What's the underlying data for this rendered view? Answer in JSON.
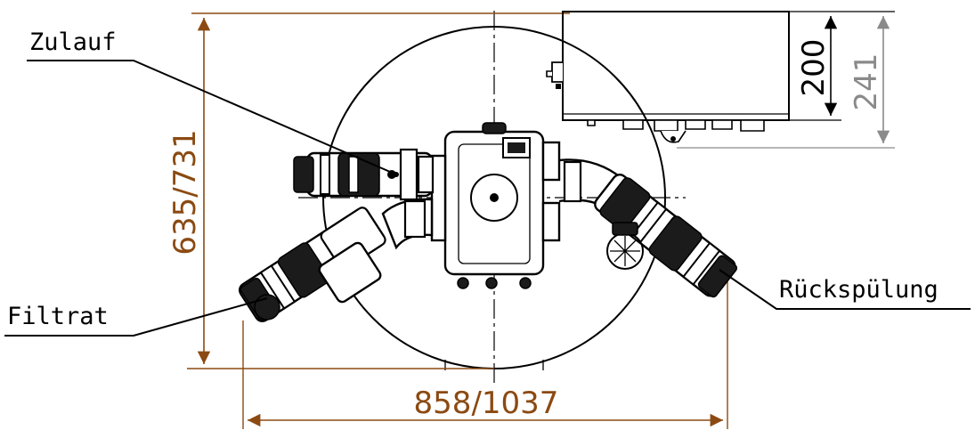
{
  "labels": {
    "inlet": "Zulauf",
    "filtrate": "Filtrat",
    "backwash": "Rückspülung"
  },
  "dimensions": {
    "height": "635/731",
    "width": "858/1037",
    "box_height": "200",
    "box_height_total": "241"
  },
  "colors": {
    "main_dimension": "#8b4a12",
    "secondary_dimension": "#8a8a8a",
    "drawing": "#000000"
  }
}
